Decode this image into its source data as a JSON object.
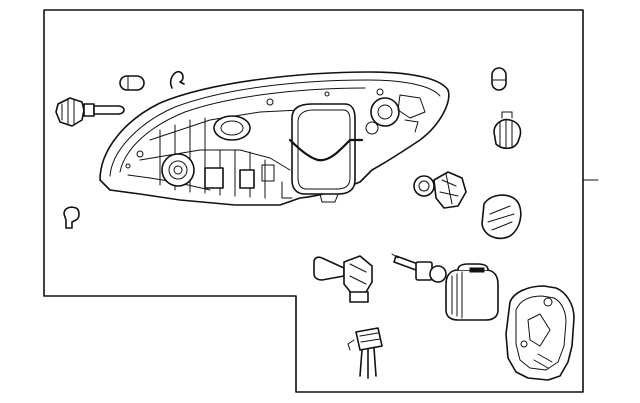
{
  "diagram": {
    "type": "exploded-parts-view",
    "line_color": "#111111",
    "background_color": "#ffffff",
    "parts": [
      {
        "name": "headlamp-assembly"
      },
      {
        "name": "socket-bulb-left"
      },
      {
        "name": "small-bulb-capsule"
      },
      {
        "name": "clip-hook"
      },
      {
        "name": "bracket-clip"
      },
      {
        "name": "side-marker-bulb"
      },
      {
        "name": "marker-socket"
      },
      {
        "name": "turn-signal-socket"
      },
      {
        "name": "access-cap"
      },
      {
        "name": "hid-bulb-socket"
      },
      {
        "name": "hid-bulb"
      },
      {
        "name": "igniter-ballast"
      },
      {
        "name": "rear-cover"
      },
      {
        "name": "wiring-connector"
      }
    ]
  }
}
